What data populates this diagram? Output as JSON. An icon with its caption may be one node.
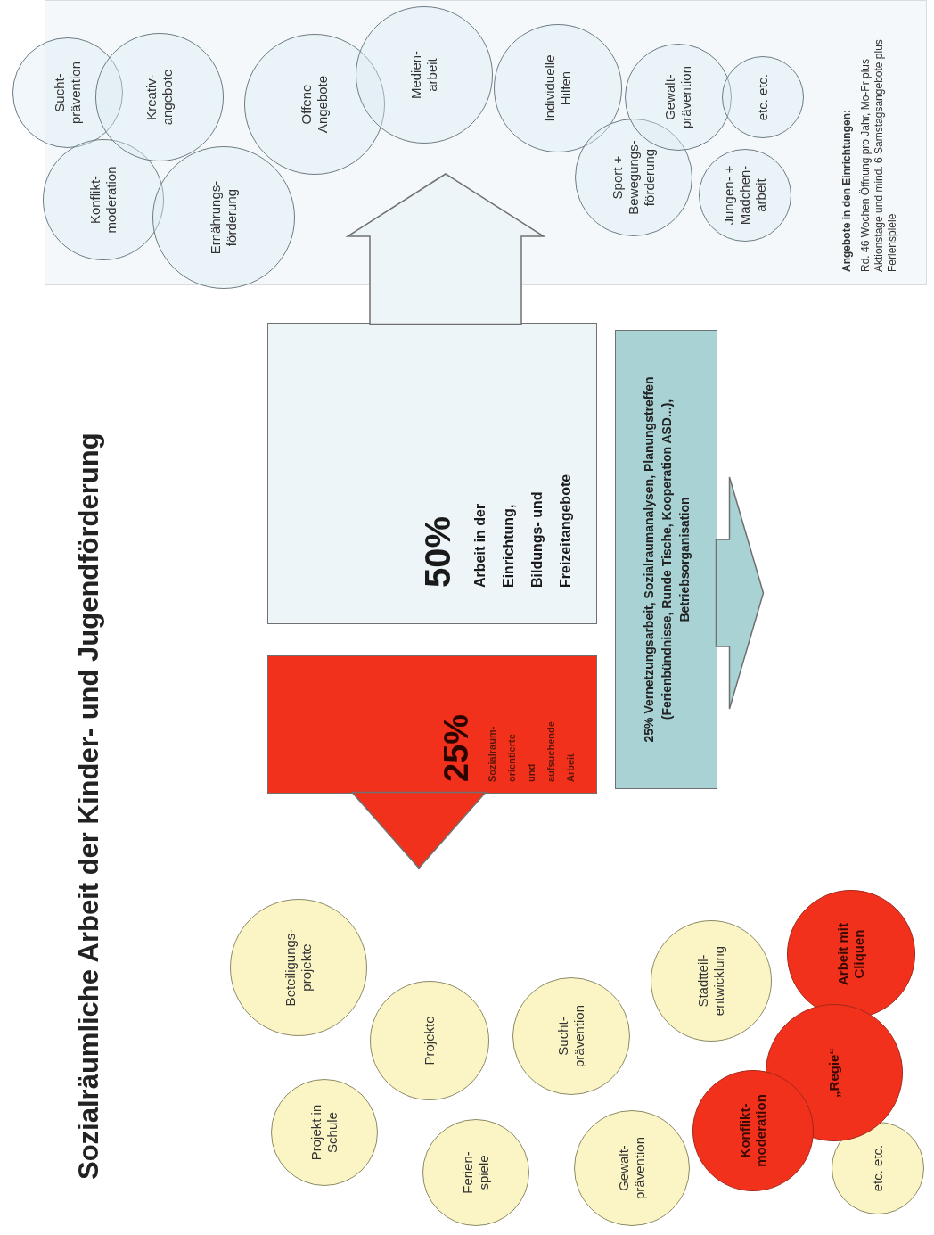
{
  "diagram": {
    "title": "Sozialräumliche Arbeit der Kinder- und Jugendförderung",
    "nodes": [
      {
        "text": [
          "Angebote in den Einrichtungen:",
          "Rd. 46 Wochen Öffnung pro Jahr, Mo-Fr plus Aktionstage und mind. 6 Samstagsangebote plus Ferienspiele"
        ]
      },
      {
        "text": [
          "Sucht- prävention"
        ],
        "in": 0
      },
      {
        "text": [
          "Konflikt- moderation"
        ],
        "in": 0
      },
      {
        "text": [
          "Kreativ- angebote"
        ],
        "in": 0
      },
      {
        "text": [
          "Ernährungs- förderung"
        ],
        "in": 0
      },
      {
        "text": [
          "Offene Angebote"
        ],
        "in": 0
      },
      {
        "text": [
          "Medien- arbeit"
        ],
        "in": 0
      },
      {
        "text": [
          "Individuelle Hilfen"
        ],
        "in": 0
      },
      {
        "text": [
          "Sport + Bewegungs- förderung"
        ],
        "in": 0
      },
      {
        "text": [
          "Gewalt- prävention"
        ],
        "in": 0
      },
      {
        "text": [
          "Jungen- + Mädchen- arbeit"
        ],
        "in": 0
      },
      {
        "text": [
          "etc. etc."
        ],
        "in": 0
      },
      {
        "text": [
          "50%",
          "Arbeit in der Einrichtung, Bildungs- und Freizeitangebote"
        ]
      },
      {
        "text": [
          "25%",
          "Sozialraum- orientierte und aufsuchende Arbeit"
        ]
      },
      {
        "text": [
          "25% Vernetzungsarbeit, Sozialraumanalysen, Planungstreffen (Ferienbündnisse, Runde Tische, Kooperation ASD...), Betriebsorganisation"
        ]
      },
      {
        "text": [
          "Beteiligungs- projekte"
        ]
      },
      {
        "text": [
          "Projekt in Schule"
        ]
      },
      {
        "text": [
          "Projekte"
        ]
      },
      {
        "text": [
          "Ferien- spiele"
        ]
      },
      {
        "text": [
          "Sucht- prävention"
        ]
      },
      {
        "text": [
          "Gewalt- prävention"
        ]
      },
      {
        "text": [
          "Stadtteil- entwicklung"
        ]
      },
      {
        "text": [
          "etc. etc."
        ]
      },
      {
        "text": [
          "Arbeit mit Cliquen"
        ]
      },
      {
        "text": [
          "„Regie“"
        ]
      },
      {
        "text": [
          "Konflikt- moderation"
        ]
      }
    ],
    "edges": [
      {
        "from": 12,
        "to": 0,
        "arrow": "to",
        "style": "thick",
        "color": "#eef5f9"
      },
      {
        "from": 13,
        "to": null,
        "arrow": "to",
        "style": "thick",
        "color": "#f2311c"
      },
      {
        "from": 14,
        "to": null,
        "arrow": "to",
        "style": "thick",
        "color": "#a8d2d3"
      }
    ]
  }
}
